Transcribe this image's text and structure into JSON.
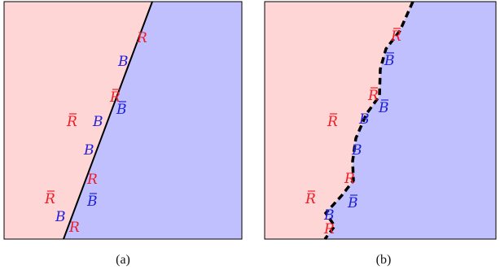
{
  "colors": {
    "red_region": "#ffd6d6",
    "blue_region": "#c0c0ff",
    "red_label": "#ee1c24",
    "blue_label": "#2020d8",
    "boundary": "#000000"
  },
  "panels": [
    {
      "caption": "(a)",
      "boundary_style": "solid",
      "labels": [
        {
          "text": "R",
          "bar": false,
          "color": "red"
        },
        {
          "text": "B",
          "bar": false,
          "color": "blue"
        },
        {
          "text": "R",
          "bar": true,
          "color": "red"
        },
        {
          "text": "B",
          "bar": true,
          "color": "blue"
        },
        {
          "text": "R",
          "bar": true,
          "color": "red"
        },
        {
          "text": "B",
          "bar": false,
          "color": "blue"
        },
        {
          "text": "B",
          "bar": false,
          "color": "blue"
        },
        {
          "text": "R",
          "bar": false,
          "color": "red"
        },
        {
          "text": "R",
          "bar": true,
          "color": "red"
        },
        {
          "text": "B",
          "bar": true,
          "color": "blue"
        },
        {
          "text": "B",
          "bar": false,
          "color": "blue"
        },
        {
          "text": "R",
          "bar": false,
          "color": "red"
        }
      ]
    },
    {
      "caption": "(b)",
      "boundary_style": "dashed",
      "labels": [
        {
          "text": "R",
          "bar": true,
          "color": "red"
        },
        {
          "text": "B",
          "bar": true,
          "color": "blue"
        },
        {
          "text": "R",
          "bar": true,
          "color": "red"
        },
        {
          "text": "B",
          "bar": true,
          "color": "blue"
        },
        {
          "text": "R",
          "bar": true,
          "color": "red"
        },
        {
          "text": "B",
          "bar": false,
          "color": "blue"
        },
        {
          "text": "B",
          "bar": false,
          "color": "blue"
        },
        {
          "text": "R",
          "bar": false,
          "color": "red"
        },
        {
          "text": "R",
          "bar": true,
          "color": "red"
        },
        {
          "text": "B",
          "bar": true,
          "color": "blue"
        },
        {
          "text": "B",
          "bar": false,
          "color": "blue"
        },
        {
          "text": "R",
          "bar": false,
          "color": "red"
        }
      ]
    }
  ]
}
